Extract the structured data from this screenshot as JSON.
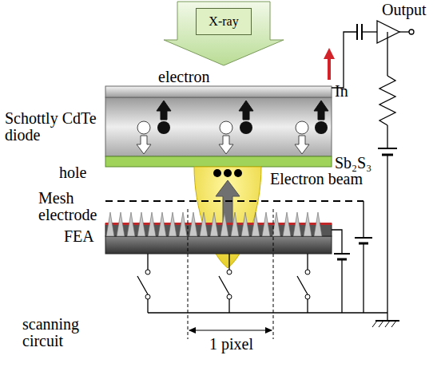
{
  "diagram": {
    "nodes": [
      {
        "text": [
          "X-ray"
        ]
      }
    ],
    "labels": [
      "Output",
      "electron",
      "In",
      "Schottly CdTe diode",
      "hole",
      "Sb₂S₃",
      "Electron beam",
      "Mesh electrode",
      "FEA",
      "scanning circuit",
      "1 pixel"
    ]
  }
}
